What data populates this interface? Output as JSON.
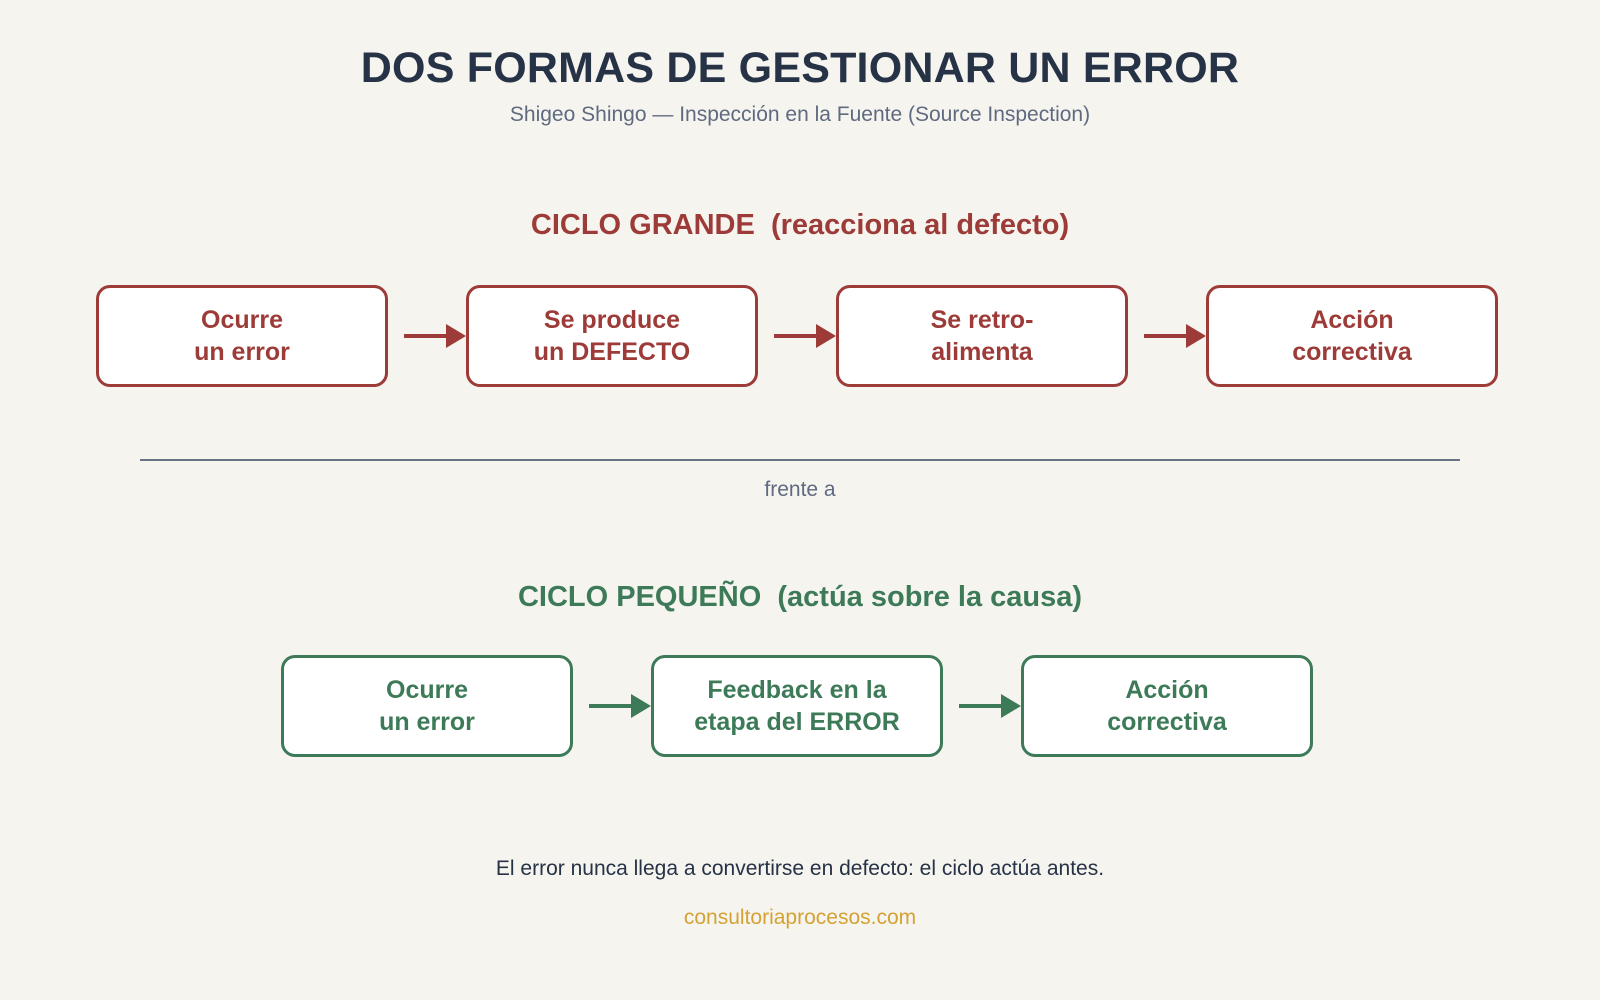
{
  "title": "DOS FORMAS DE GESTIONAR UN ERROR",
  "subtitle": "Shigeo Shingo — Inspección en la Fuente (Source Inspection)",
  "big_cycle": {
    "heading": "CICLO GRANDE  (reacciona al defecto)",
    "color": "#9c3b37",
    "steps": [
      "Ocurre\nun error",
      "Se produce\nun DEFECTO",
      "Se retro-\nalimenta",
      "Acción\ncorrectiva"
    ]
  },
  "separator_label": "frente a",
  "small_cycle": {
    "heading": "CICLO PEQUEÑO  (actúa sobre la causa)",
    "color": "#3c7a58",
    "steps": [
      "Ocurre\nun error",
      "Feedback en la\netapa del ERROR",
      "Acción\ncorrectiva"
    ]
  },
  "conclusion": "El error nunca llega a convertirse en defecto: el ciclo actúa antes.",
  "website": "consultoriaprocesos.com",
  "colors": {
    "background": "#f6f4ef",
    "title": "#263246",
    "accent_link": "#d4a234"
  }
}
